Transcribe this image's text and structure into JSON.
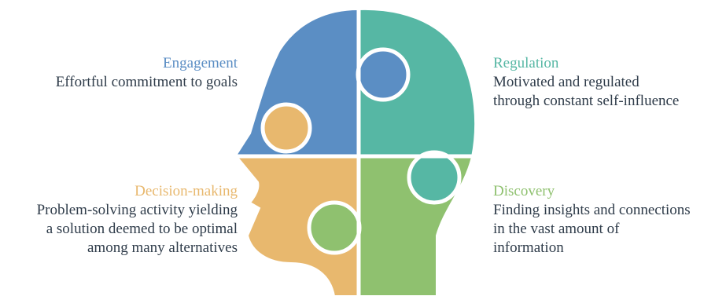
{
  "colors": {
    "engagement": "#5b8ec4",
    "regulation": "#56b7a4",
    "decision": "#e8b86e",
    "discovery": "#8fc16f",
    "gap": "#ffffff"
  },
  "quadrants": {
    "engagement": {
      "title": "Engagement",
      "description": "Effortful commitment to goals",
      "title_color": "#5b8ec4",
      "icon": "puzzle-piece-top-left"
    },
    "regulation": {
      "title": "Regulation",
      "description": "Motivated and regulated\nthrough constant self-influence",
      "title_color": "#56b7a4",
      "icon": "puzzle-piece-top-right"
    },
    "decision": {
      "title": "Decision-making",
      "description": "Problem-solving activity yielding\na solution deemed to be optimal\namong many alternatives",
      "title_color": "#e8b86e",
      "icon": "puzzle-piece-bottom-left"
    },
    "discovery": {
      "title": "Discovery",
      "description": "Finding insights and connections\nin the vast amount of\ninformation",
      "title_color": "#8fc16f",
      "icon": "puzzle-piece-bottom-right"
    }
  }
}
